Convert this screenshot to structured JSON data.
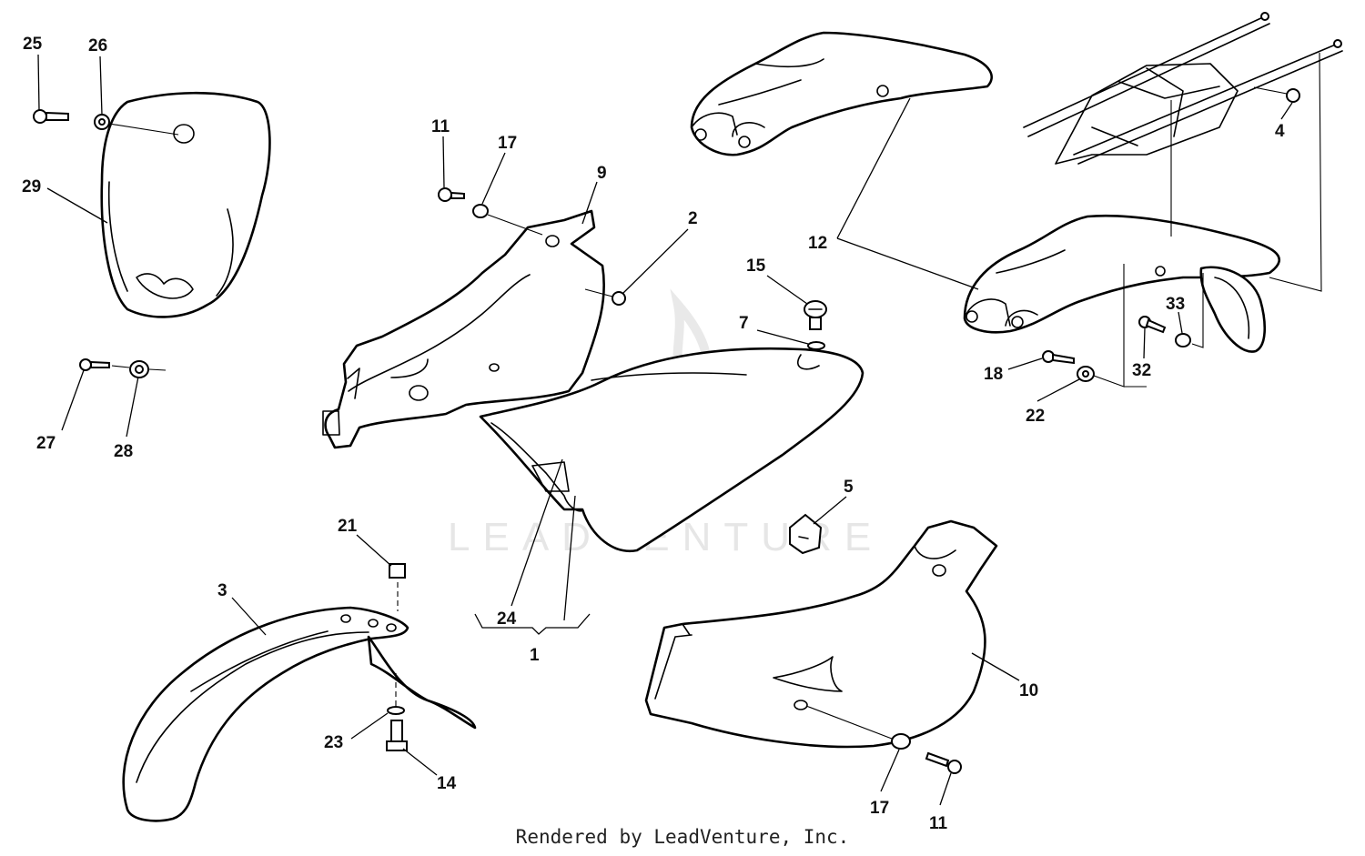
{
  "watermark": "LEADVENTURE",
  "footer": "Rendered by LeadVenture, Inc.",
  "callouts": {
    "c25": "25",
    "c26": "26",
    "c29": "29",
    "c27": "27",
    "c28": "28",
    "c11a": "11",
    "c17a": "17",
    "c9": "9",
    "c2": "2",
    "c15": "15",
    "c7": "7",
    "c12": "12",
    "c4": "4",
    "c33": "33",
    "c18": "18",
    "c32": "32",
    "c22": "22",
    "c5": "5",
    "c21": "21",
    "c3": "3",
    "c24": "24",
    "c1": "1",
    "c10": "10",
    "c23": "23",
    "c14": "14",
    "c17b": "17",
    "c11b": "11"
  }
}
